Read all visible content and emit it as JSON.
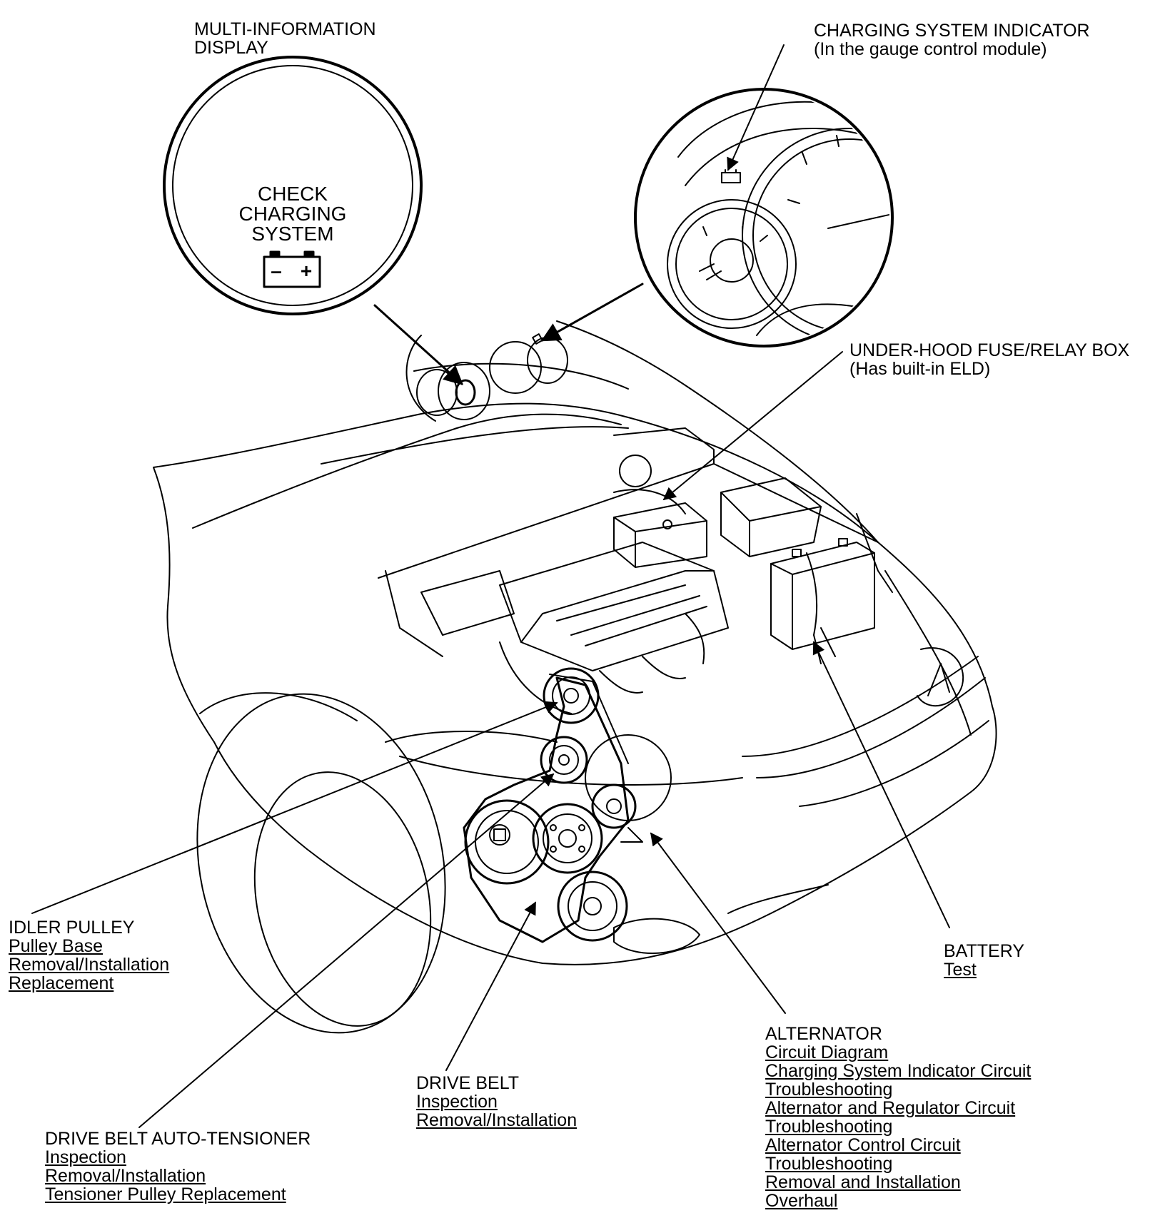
{
  "colors": {
    "line": "#000000",
    "background": "#ffffff"
  },
  "display_panel": {
    "title": [
      "MULTI-INFORMATION",
      "DISPLAY"
    ],
    "message": [
      "CHECK",
      "CHARGING",
      "SYSTEM"
    ],
    "symbols": {
      "minus": "–",
      "plus": "+"
    }
  },
  "indicator": {
    "title": "CHARGING SYSTEM INDICATOR",
    "subtitle": "(In the gauge control module)"
  },
  "fuse_box": {
    "title": "UNDER-HOOD FUSE/RELAY BOX",
    "subtitle": "(Has built-in ELD)"
  },
  "idler_pulley": {
    "title": "IDLER PULLEY",
    "links": [
      "Pulley Base",
      "Removal/Installation",
      "Replacement"
    ]
  },
  "battery": {
    "title": "BATTERY",
    "links": [
      "Test"
    ]
  },
  "drive_belt": {
    "title": "DRIVE BELT",
    "links": [
      "Inspection",
      "Removal/Installation"
    ]
  },
  "tensioner": {
    "title": "DRIVE BELT AUTO-TENSIONER",
    "links": [
      "Inspection",
      "Removal/Installation",
      "Tensioner Pulley Replacement"
    ]
  },
  "alternator": {
    "title": "ALTERNATOR",
    "links": [
      "Circuit Diagram",
      "Charging System Indicator Circuit",
      "Troubleshooting",
      "Alternator and Regulator Circuit",
      "Troubleshooting",
      "Alternator Control Circuit",
      "Troubleshooting",
      "Removal and Installation",
      "Overhaul"
    ]
  }
}
